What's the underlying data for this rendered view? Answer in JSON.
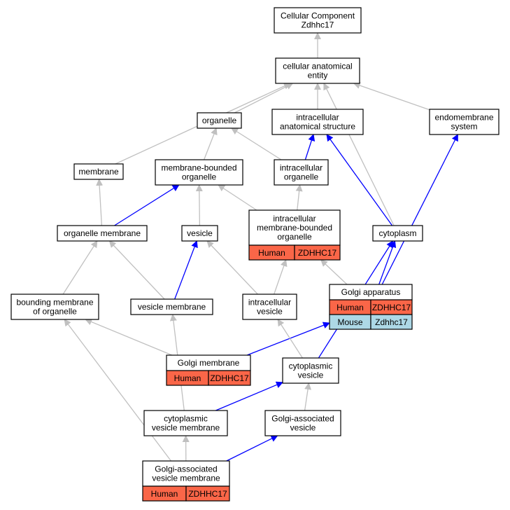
{
  "colors": {
    "gray_edge": "#c0c0c0",
    "blue_edge": "#0000ff",
    "human": "#fa6648",
    "mouse": "#add8e6"
  },
  "nodes": [
    {
      "id": "cellular-component",
      "lines": [
        "Cellular Component",
        "Zdhhc17"
      ]
    },
    {
      "id": "cellular-anatomical-entity",
      "lines": [
        "cellular anatomical",
        "entity"
      ]
    },
    {
      "id": "organelle",
      "lines": [
        "organelle"
      ]
    },
    {
      "id": "intracellular-anatomical-structure",
      "lines": [
        "intracellular",
        "anatomical structure"
      ]
    },
    {
      "id": "endomembrane-system",
      "lines": [
        "endomembrane",
        "system"
      ]
    },
    {
      "id": "membrane",
      "lines": [
        "membrane"
      ]
    },
    {
      "id": "membrane-bounded-organelle",
      "lines": [
        "membrane-bounded",
        "organelle"
      ]
    },
    {
      "id": "intracellular-organelle",
      "lines": [
        "intracellular",
        "organelle"
      ]
    },
    {
      "id": "intracellular-membrane-bounded-organelle",
      "lines": [
        "intracellular",
        "membrane-bounded",
        "organelle"
      ],
      "annotations": [
        {
          "species": "Human",
          "gene": "ZDHHC17"
        }
      ]
    },
    {
      "id": "organelle-membrane",
      "lines": [
        "organelle membrane"
      ]
    },
    {
      "id": "vesicle",
      "lines": [
        "vesicle"
      ]
    },
    {
      "id": "cytoplasm",
      "lines": [
        "cytoplasm"
      ]
    },
    {
      "id": "golgi-apparatus",
      "lines": [
        "Golgi apparatus"
      ],
      "annotations": [
        {
          "species": "Human",
          "gene": "ZDHHC17"
        },
        {
          "species": "Mouse",
          "gene": "Zdhhc17"
        }
      ]
    },
    {
      "id": "bounding-membrane-of-organelle",
      "lines": [
        "bounding membrane",
        "of organelle"
      ]
    },
    {
      "id": "vesicle-membrane",
      "lines": [
        "vesicle membrane"
      ]
    },
    {
      "id": "intracellular-vesicle",
      "lines": [
        "intracellular",
        "vesicle"
      ]
    },
    {
      "id": "golgi-membrane",
      "lines": [
        "Golgi membrane"
      ],
      "annotations": [
        {
          "species": "Human",
          "gene": "ZDHHC17"
        }
      ]
    },
    {
      "id": "cytoplasmic-vesicle",
      "lines": [
        "cytoplasmic",
        "vesicle"
      ]
    },
    {
      "id": "cytoplasmic-vesicle-membrane",
      "lines": [
        "cytoplasmic",
        "vesicle membrane"
      ]
    },
    {
      "id": "golgi-associated-vesicle",
      "lines": [
        "Golgi-associated",
        "vesicle"
      ]
    },
    {
      "id": "golgi-associated-vesicle-membrane",
      "lines": [
        "Golgi-associated",
        "vesicle membrane"
      ],
      "annotations": [
        {
          "species": "Human",
          "gene": "ZDHHC17"
        }
      ]
    }
  ],
  "edges": [
    {
      "from": "cellular-anatomical-entity",
      "to": "cellular-component",
      "color": "gray"
    },
    {
      "from": "organelle",
      "to": "cellular-anatomical-entity",
      "color": "gray"
    },
    {
      "from": "intracellular-anatomical-structure",
      "to": "cellular-anatomical-entity",
      "color": "gray"
    },
    {
      "from": "endomembrane-system",
      "to": "cellular-anatomical-entity",
      "color": "gray"
    },
    {
      "from": "membrane",
      "to": "cellular-anatomical-entity",
      "color": "gray"
    },
    {
      "from": "cytoplasm",
      "to": "cellular-anatomical-entity",
      "color": "gray"
    },
    {
      "from": "membrane-bounded-organelle",
      "to": "organelle",
      "color": "gray"
    },
    {
      "from": "intracellular-organelle",
      "to": "organelle",
      "color": "gray"
    },
    {
      "from": "intracellular-organelle",
      "to": "intracellular-anatomical-structure",
      "color": "blue"
    },
    {
      "from": "cytoplasm",
      "to": "intracellular-anatomical-structure",
      "color": "blue"
    },
    {
      "from": "intracellular-membrane-bounded-organelle",
      "to": "membrane-bounded-organelle",
      "color": "gray"
    },
    {
      "from": "intracellular-membrane-bounded-organelle",
      "to": "intracellular-organelle",
      "color": "gray"
    },
    {
      "from": "organelle-membrane",
      "to": "membrane",
      "color": "gray"
    },
    {
      "from": "organelle-membrane",
      "to": "membrane-bounded-organelle",
      "color": "blue"
    },
    {
      "from": "vesicle",
      "to": "membrane-bounded-organelle",
      "color": "gray"
    },
    {
      "from": "golgi-apparatus",
      "to": "endomembrane-system",
      "color": "blue"
    },
    {
      "from": "golgi-apparatus",
      "to": "cytoplasm",
      "color": "blue"
    },
    {
      "from": "golgi-apparatus",
      "to": "intracellular-membrane-bounded-organelle",
      "color": "gray"
    },
    {
      "from": "bounding-membrane-of-organelle",
      "to": "organelle-membrane",
      "color": "gray"
    },
    {
      "from": "vesicle-membrane",
      "to": "organelle-membrane",
      "color": "gray"
    },
    {
      "from": "vesicle-membrane",
      "to": "vesicle",
      "color": "blue"
    },
    {
      "from": "intracellular-vesicle",
      "to": "vesicle",
      "color": "gray"
    },
    {
      "from": "intracellular-vesicle",
      "to": "intracellular-membrane-bounded-organelle",
      "color": "gray"
    },
    {
      "from": "golgi-membrane",
      "to": "bounding-membrane-of-organelle",
      "color": "gray"
    },
    {
      "from": "golgi-membrane",
      "to": "golgi-apparatus",
      "color": "blue"
    },
    {
      "from": "cytoplasmic-vesicle",
      "to": "intracellular-vesicle",
      "color": "gray"
    },
    {
      "from": "cytoplasmic-vesicle",
      "to": "cytoplasm",
      "color": "blue"
    },
    {
      "from": "cytoplasmic-vesicle-membrane",
      "to": "vesicle-membrane",
      "color": "gray"
    },
    {
      "from": "cytoplasmic-vesicle-membrane",
      "to": "cytoplasmic-vesicle",
      "color": "blue"
    },
    {
      "from": "golgi-associated-vesicle",
      "to": "cytoplasmic-vesicle",
      "color": "gray"
    },
    {
      "from": "golgi-associated-vesicle-membrane",
      "to": "cytoplasmic-vesicle-membrane",
      "color": "gray"
    },
    {
      "from": "golgi-associated-vesicle-membrane",
      "to": "golgi-associated-vesicle",
      "color": "blue"
    },
    {
      "from": "golgi-associated-vesicle-membrane",
      "to": "bounding-membrane-of-organelle",
      "color": "gray"
    }
  ]
}
